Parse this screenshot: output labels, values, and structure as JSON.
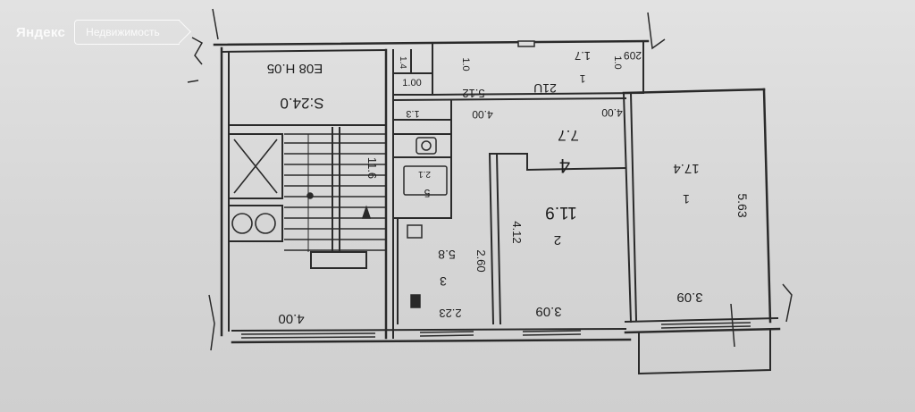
{
  "watermark": {
    "brand": "Яндекс",
    "service": "Недвижимость"
  },
  "plan": {
    "labels": {
      "stair_top": "Е08 Н.05",
      "stair_area": "S:24.0",
      "stair_bottom": "4.00",
      "stair_length": "11.6",
      "wc_top": "1.00",
      "wc_small": "1.3",
      "wc_area": "1.4",
      "wc_h": "1.0",
      "corridor_dim1": "4.00",
      "corridor_dim2": "4.00",
      "bath_area": "2.1",
      "bath_num": "5",
      "balcony_width": "5.12",
      "balcony_code": "21U",
      "balcony_area": "1.7",
      "balcony_num": "1",
      "corner_top": "209",
      "corner_mid": "1.0",
      "hall_num": "4",
      "hall_area": "7.7",
      "room1_num": "1",
      "room1_area": "17.4",
      "room1_bottom": "3.09",
      "room1_right": "5.63",
      "room2_num": "2",
      "room2_area": "11.9",
      "room2_bottom": "3.09",
      "room2_left": "4.12",
      "room3_num": "3",
      "room3_area": "5.8",
      "room3_side": "2.60",
      "room3_bottom": "2.23"
    }
  }
}
